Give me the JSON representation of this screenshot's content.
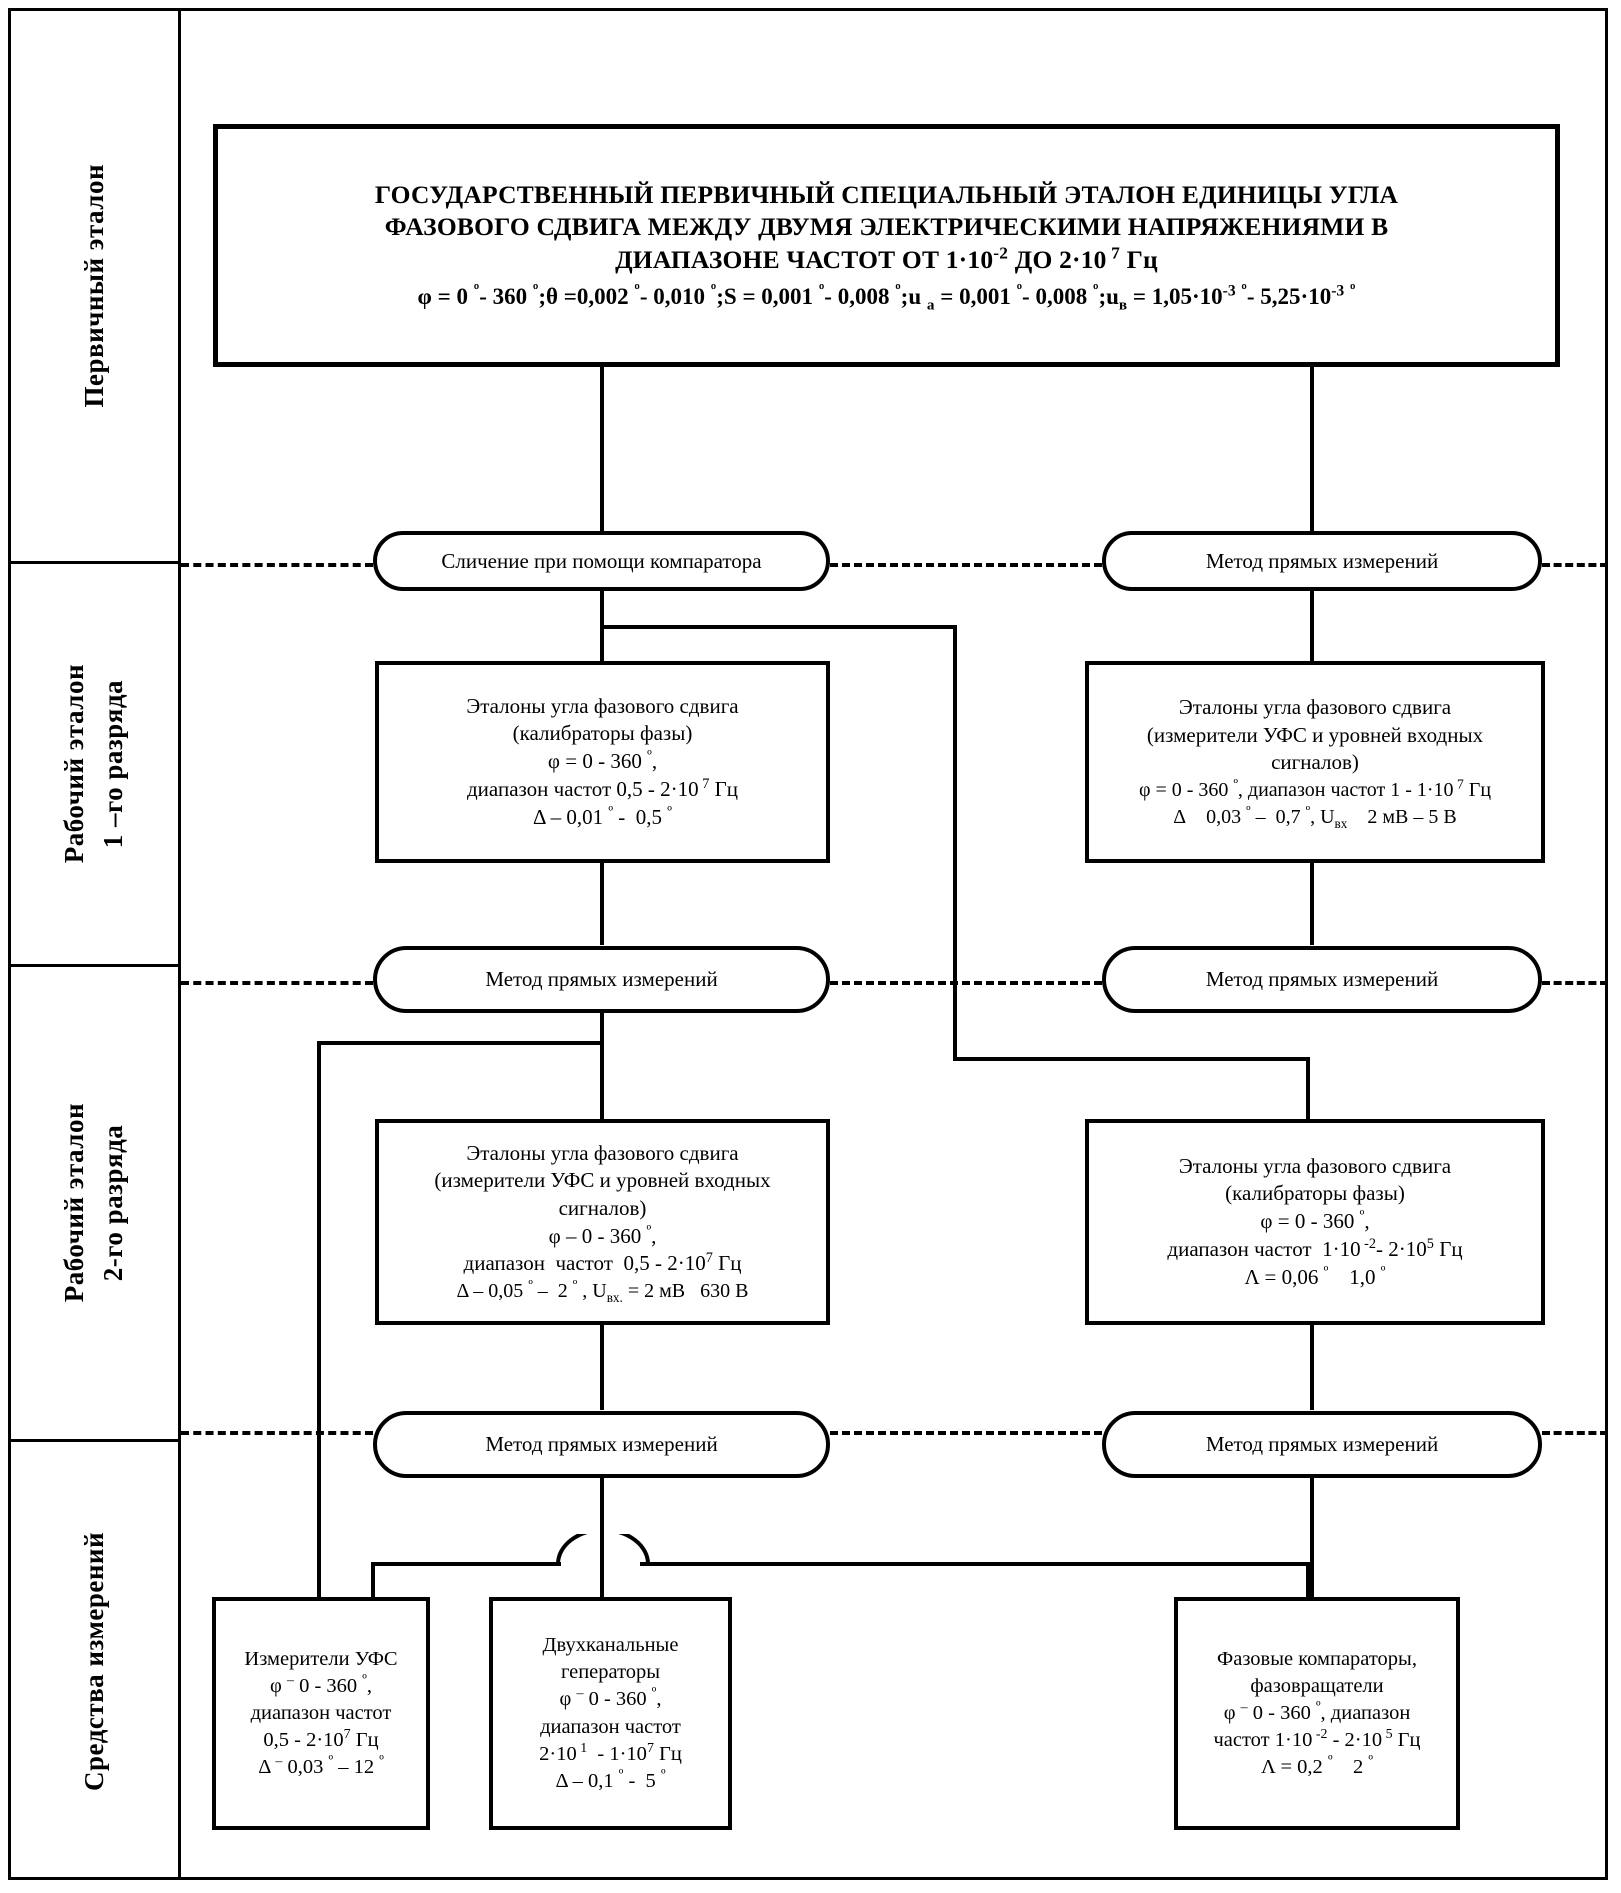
{
  "tiers": [
    {
      "key": "primary",
      "label": "Первичный эталон"
    },
    {
      "key": "working-1",
      "label": "Рабочий эталон\n1 –го разряда"
    },
    {
      "key": "working-2",
      "label": "Рабочий эталон\n2-го разряда"
    },
    {
      "key": "measuring",
      "label": "Средства измерений"
    }
  ],
  "title_box": {
    "line1": "ГОСУДАРСТВЕННЫЙ ПЕРВИЧНЫЙ СПЕЦИАЛЬНЫЙ ЭТАЛОН ЕДИНИЦЫ УГЛА",
    "line2": "ФАЗОВОГО СДВИГА МЕЖДУ ДВУМЯ ЭЛЕКТРИЧЕСКИМИ НАПРЯЖЕНИЯМИ В",
    "line3_prefix": "ДИАПАЗОНЕ ЧАСТОТ ОТ 1·10",
    "line3_sup1": "-2",
    "line3_mid": " ДО 2·10",
    "line3_sup2": " 7",
    "line3_suffix": " Гц",
    "formula": "φ = 0 º- 360 º;θ =0,002 º- 0,010 º;S = 0,001 º- 0,008 º;u а = 0,001 º- 0,008 º;uв = 1,05·10-3 º- 5,25·10-3 º"
  },
  "methods": {
    "comparator": "Сличение при помощи компаратора",
    "direct": "Метод прямых измерений"
  },
  "pills": [
    {
      "id": "pill-tier1-left",
      "label": "Сличение при помощи компаратора"
    },
    {
      "id": "pill-tier1-right",
      "label": "Метод прямых измерений"
    },
    {
      "id": "pill-tier2-left",
      "label": "Метод прямых измерений"
    },
    {
      "id": "pill-tier2-right",
      "label": "Метод прямых измерений"
    },
    {
      "id": "pill-tier3-left",
      "label": "Метод прямых измерений"
    },
    {
      "id": "pill-tier3-right",
      "label": "Метод прямых измерений"
    }
  ],
  "boxes": {
    "r1_left": {
      "l1": "Эталоны  угла фазового сдвига",
      "l2": "(калибраторы фазы)",
      "l3": "φ = 0 - 360 º,",
      "l4": "диапазон частот 0,5 - 2·10 7 Гц",
      "l5": "Δ – 0,01 º -  0,5 º"
    },
    "r1_right": {
      "l1": "Эталоны  угла фазового сдвига",
      "l2": "(измерители УФС и уровней  входных",
      "l3": "сигналов)",
      "l4": "φ = 0 - 360 º, диапазон частот 1 - 1·10 7 Гц",
      "l5": "Δ    0,03 º –  0,7 º, Uвх    2 мВ – 5 В"
    },
    "r2_left": {
      "l1": "Эталоны угла фазового сдвига",
      "l2": "(измерители УФС и уровней входных",
      "l3": "сигналов)",
      "l4": "φ – 0 - 360 º,",
      "l5": "диапазон  частот  0,5 - 2·10 7 Гц",
      "l6": "Δ – 0,05 º –  2 º , Uвх. = 2 мВ    630 В"
    },
    "r2_right": {
      "l1": "Эталоны  угла фазового сдвига",
      "l2": "(калибраторы фазы)",
      "l3": "φ = 0 - 360 º,",
      "l4": "диапазон частот  1·10 -2- 2·10 5 Гц",
      "l5": "Λ = 0,06 º     1,0 º"
    },
    "m_left": {
      "l1": "Измерители УФС",
      "l2": "φ – 0 - 360 º,",
      "l3": "диапазон частот",
      "l4": "0,5 - 2·10 7 Гц",
      "l5": "Δ – 0,03 º – 12 º"
    },
    "m_mid": {
      "l1": "Двухканальные",
      "l2": "геператоры",
      "l3": "φ – 0 - 360 º,",
      "l4": "диапазон  частот",
      "l5": "2·10 1  - 1·10 7 Гц",
      "l6": "Δ – 0,1 º -  5 º"
    },
    "m_right": {
      "l1": "Фазовые компараторы,",
      "l2": "фазовращатели",
      "l3": "φ – 0 - 360 º, диапазон",
      "l4": "частот 1·10 -2 - 2·10 5 Гц",
      "l5": "Λ = 0,2 º     2 º"
    }
  }
}
